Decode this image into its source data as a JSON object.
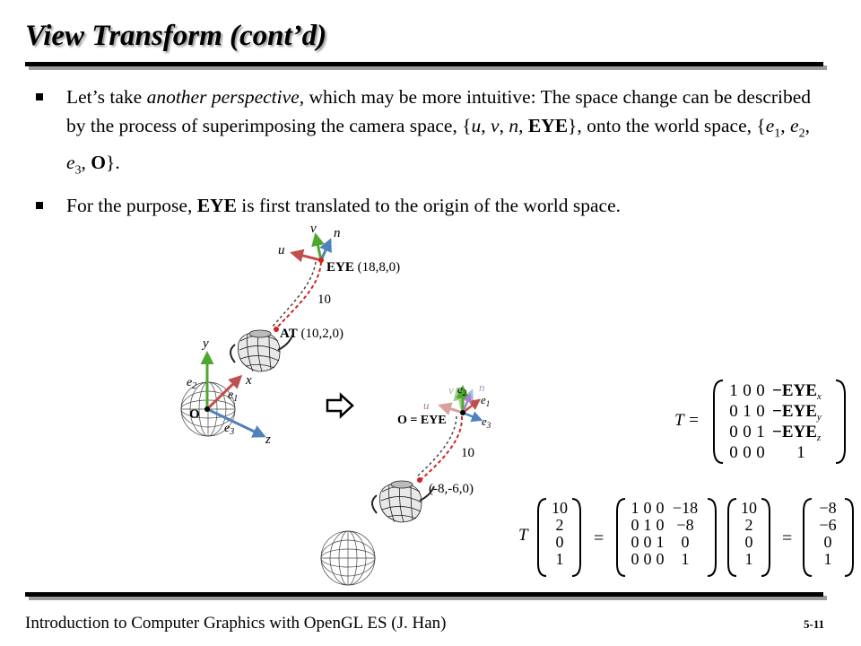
{
  "slide": {
    "title": "View Transform (cont’d)",
    "bullets": [
      {
        "parts": [
          {
            "t": "Let’s take "
          },
          {
            "t": "another perspective",
            "i": true
          },
          {
            "t": ", which may be more intuitive: The space change can be described by the process of superimposing the camera space, {"
          },
          {
            "t": "u",
            "i": true
          },
          {
            "t": ", "
          },
          {
            "t": "v",
            "i": true
          },
          {
            "t": ", "
          },
          {
            "t": "n",
            "i": true
          },
          {
            "t": ", "
          },
          {
            "t": "EYE",
            "b": true
          },
          {
            "t": "}, onto the world space, {"
          },
          {
            "t": "e",
            "i": true
          },
          {
            "t": "1",
            "sub": true
          },
          {
            "t": ", "
          },
          {
            "t": "e",
            "i": true
          },
          {
            "t": "2",
            "sub": true
          },
          {
            "t": ", "
          },
          {
            "t": "e",
            "i": true
          },
          {
            "t": "3",
            "sub": true
          },
          {
            "t": ", "
          },
          {
            "t": "O",
            "b": true
          },
          {
            "t": "}."
          }
        ]
      },
      {
        "parts": [
          {
            "t": "For the purpose, "
          },
          {
            "t": "EYE",
            "b": true
          },
          {
            "t": " is first translated to the origin of the world space."
          }
        ]
      }
    ],
    "footer": "Introduction to Computer Graphics with OpenGL ES (J. Han)",
    "page_number": "5-11"
  },
  "figure_left": {
    "axis_v": "v",
    "axis_n": "n",
    "axis_u": "u",
    "eye_label": "EYE",
    "eye_coords": "(18,8,0)",
    "distance": "10",
    "at_label": "AT",
    "at_coords": "(10,2,0)",
    "axis_y": "y",
    "axis_x": "x",
    "axis_z": "z",
    "e1": "e",
    "e1_sub": "1",
    "e2": "e",
    "e2_sub": "2",
    "e3": "e",
    "e3_sub": "3",
    "origin": "O"
  },
  "figure_right": {
    "origin_eq_eye": "O = EYE",
    "axis_u": "u",
    "axis_v": "v",
    "axis_n": "n",
    "e1": "e",
    "e1_sub": "1",
    "e2": "e",
    "e2_sub": "2",
    "e3": "e",
    "e3_sub": "3",
    "distance": "10",
    "at_coords": "(-8,-6,0)"
  },
  "arrow_icon": "hollow-right-arrow-icon",
  "matrix_T": {
    "lhs": "T =",
    "rows": [
      [
        "1",
        "0",
        "0",
        "−EYE",
        "x"
      ],
      [
        "0",
        "1",
        "0",
        "−EYE",
        "y"
      ],
      [
        "0",
        "0",
        "1",
        "−EYE",
        "z"
      ],
      [
        "0",
        "0",
        "0",
        "1",
        ""
      ]
    ]
  },
  "equation": {
    "lhs": "T",
    "vector_in": [
      "10",
      "2",
      "0",
      "1"
    ],
    "eq1": "=",
    "matrix": [
      [
        "1",
        "0",
        "0",
        "−18"
      ],
      [
        "0",
        "1",
        "0",
        "−8"
      ],
      [
        "0",
        "0",
        "1",
        "0"
      ],
      [
        "0",
        "0",
        "0",
        "1"
      ]
    ],
    "vector_mult": [
      "10",
      "2",
      "0",
      "1"
    ],
    "eq2": "=",
    "vector_out": [
      "−8",
      "−6",
      "0",
      "1"
    ]
  },
  "colors": {
    "axis_red": "#c0504d",
    "axis_green": "#4ea72e",
    "axis_blue": "#4f81bd",
    "dashed_red": "#d62020",
    "dashed_dark": "#444444",
    "shadow_gray": "#9c9c9c"
  }
}
